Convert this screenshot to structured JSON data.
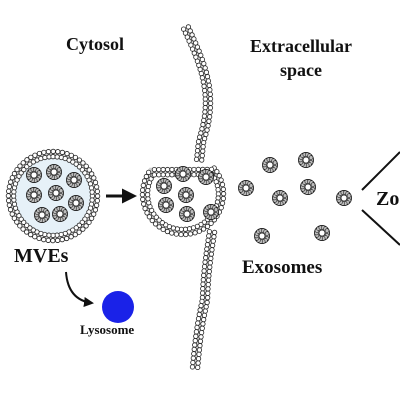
{
  "labels": {
    "cytosol": "Cytosol",
    "extracellular_line1": "Extracellular",
    "extracellular_line2": "space",
    "mves": "MVEs",
    "exosomes": "Exosomes",
    "lysosome": "Lysosome",
    "cut_off_text": "Zo"
  },
  "colors": {
    "lysosome": "#1a22e8",
    "membrane_bead": "#ffffff",
    "ink": "#222222"
  }
}
